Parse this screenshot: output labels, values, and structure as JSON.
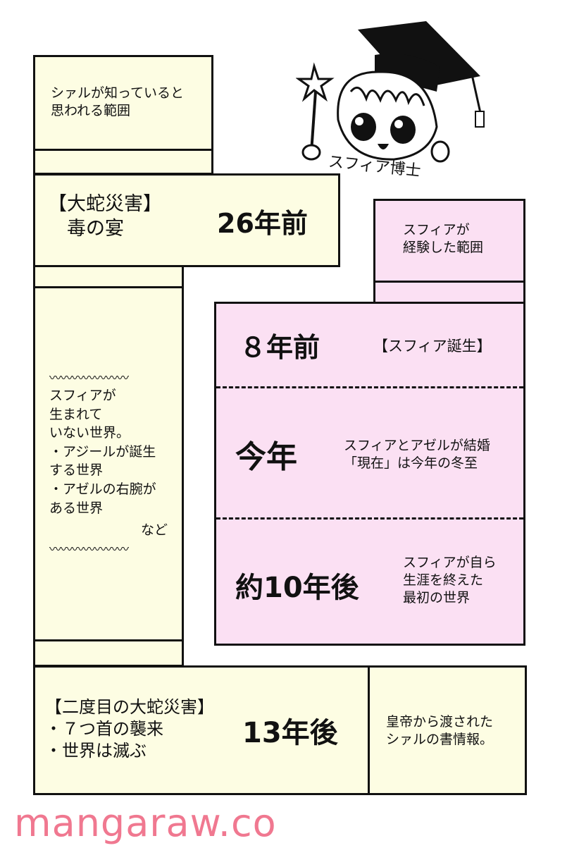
{
  "shiaru_range": {
    "label": "シァルが知っていると\n思われる範囲"
  },
  "event_26": {
    "title": "【大蛇災害】\n　毒の宴",
    "years": "26年前"
  },
  "sufia_range": {
    "label": "スフィアが\n経験した範囲"
  },
  "event_8": {
    "years": "８年前",
    "note": "【スフィア誕生】"
  },
  "event_now": {
    "years": "今年",
    "note": "スフィアとアゼルが結婚\n「現在」は今年の冬至"
  },
  "event_10": {
    "years": "約10年後",
    "note": "スフィアが自ら\n生涯を終えた\n最初の世界"
  },
  "side_note": {
    "wave": "〰〰〰〰〰〰〰",
    "text": "スフィアが\n生まれて\nいない世界。\n・アジールが誕生\nする世界\n・アゼルの右腕が\nある世界",
    "etc": "など"
  },
  "event_13": {
    "title": "【二度目の大蛇災害】\n・７つ首の襲来\n・世界は滅ぶ",
    "years": "13年後"
  },
  "info_source": {
    "label": "皇帝から渡された\nシァルの書情報。"
  },
  "character": {
    "caption": "スフィア博士",
    "icon": "graduate-girl-icon"
  },
  "watermark": "mangaraw.co",
  "colors": {
    "cream": "#fdfde3",
    "pink": "#fbe0f3",
    "watermark": "#f07890"
  }
}
